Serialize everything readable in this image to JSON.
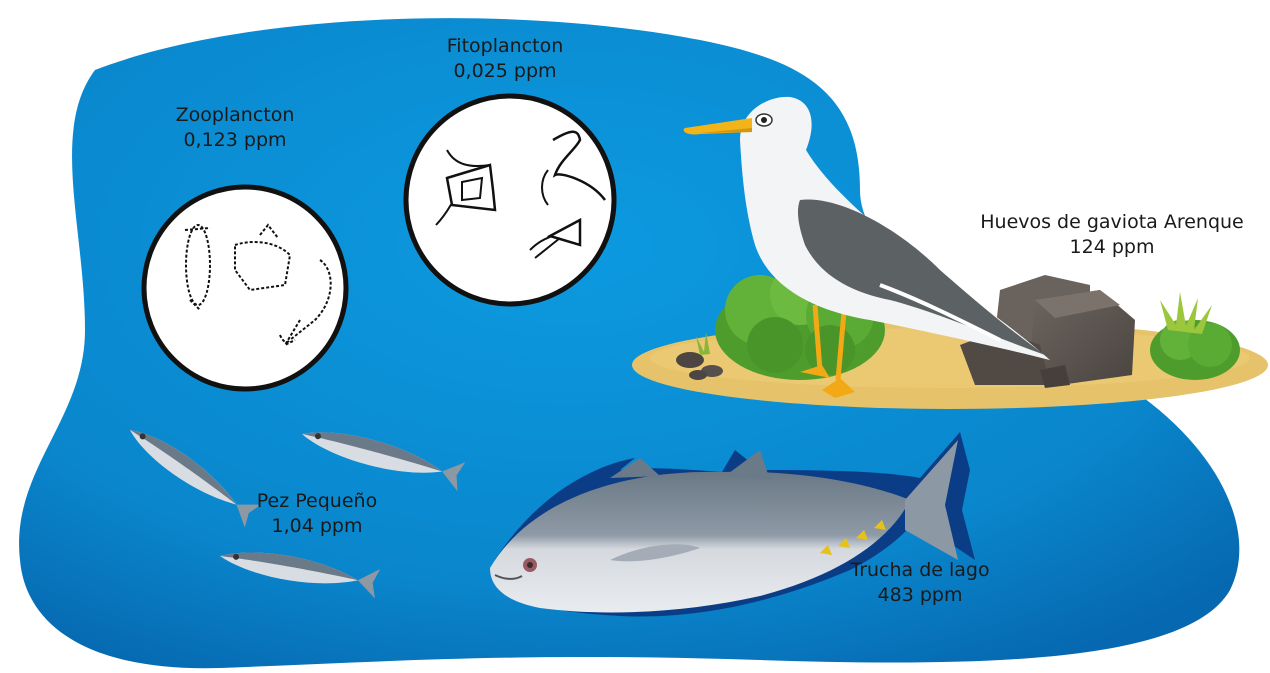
{
  "colors": {
    "water": "#0a8fd6",
    "water_dark": "#0565ac",
    "sand": "#e8c46c",
    "bush": "#5aa832",
    "rock": "#5f5853",
    "gull_wing": "#5b6063",
    "beak": "#f2b418",
    "fish_back": "#6b7a89",
    "fish_belly": "#d9dde2"
  },
  "organisms": {
    "phytoplankton": {
      "name": "Fitoplancton",
      "value": "0,025 ppm",
      "icon": "phytoplankton-icon"
    },
    "zooplankton": {
      "name": "Zooplancton",
      "value": "0,123 ppm",
      "icon": "zooplankton-icon"
    },
    "small_fish": {
      "name": "Pez Pequeño",
      "value": "1,04 ppm",
      "icon": "small-fish-icon"
    },
    "lake_trout": {
      "name": "Trucha de lago",
      "value": "483 ppm",
      "icon": "tuna-fish-icon"
    },
    "gull_eggs": {
      "name": "Huevos de gaviota Arenque",
      "value": "124 ppm",
      "icon": "seagull-icon"
    }
  }
}
